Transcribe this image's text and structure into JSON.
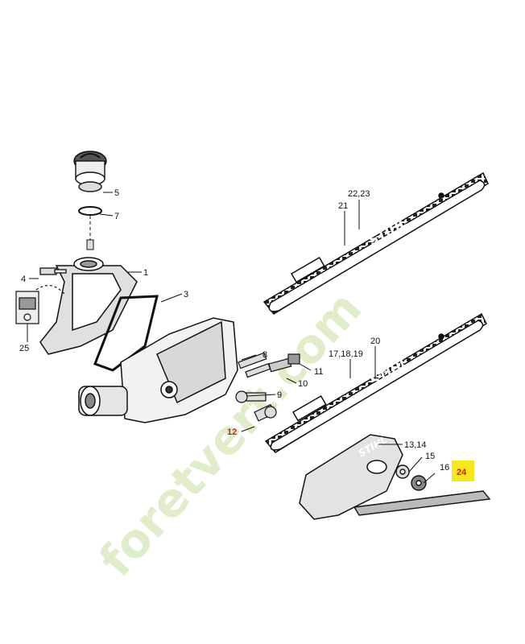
{
  "diagram": {
    "watermark": "foretvert.com",
    "brand": "STIHL",
    "highlight_color": "#f7e51e",
    "watermark_colors": {
      "green": "#c8dfa0",
      "orange": "#f3c79c"
    },
    "callouts": {
      "c1": "1",
      "c3": "3",
      "c4": "4",
      "c5": "5",
      "c7": "7",
      "c8": "8",
      "c9": "9",
      "c10": "10",
      "c11": "11",
      "c12": "12",
      "c13_14": "13,14",
      "c15": "15",
      "c16": "16",
      "c17_18_19": "17,18,19",
      "c20": "20",
      "c21": "21",
      "c22_23": "22,23",
      "c24": "24",
      "c25": "25"
    }
  }
}
